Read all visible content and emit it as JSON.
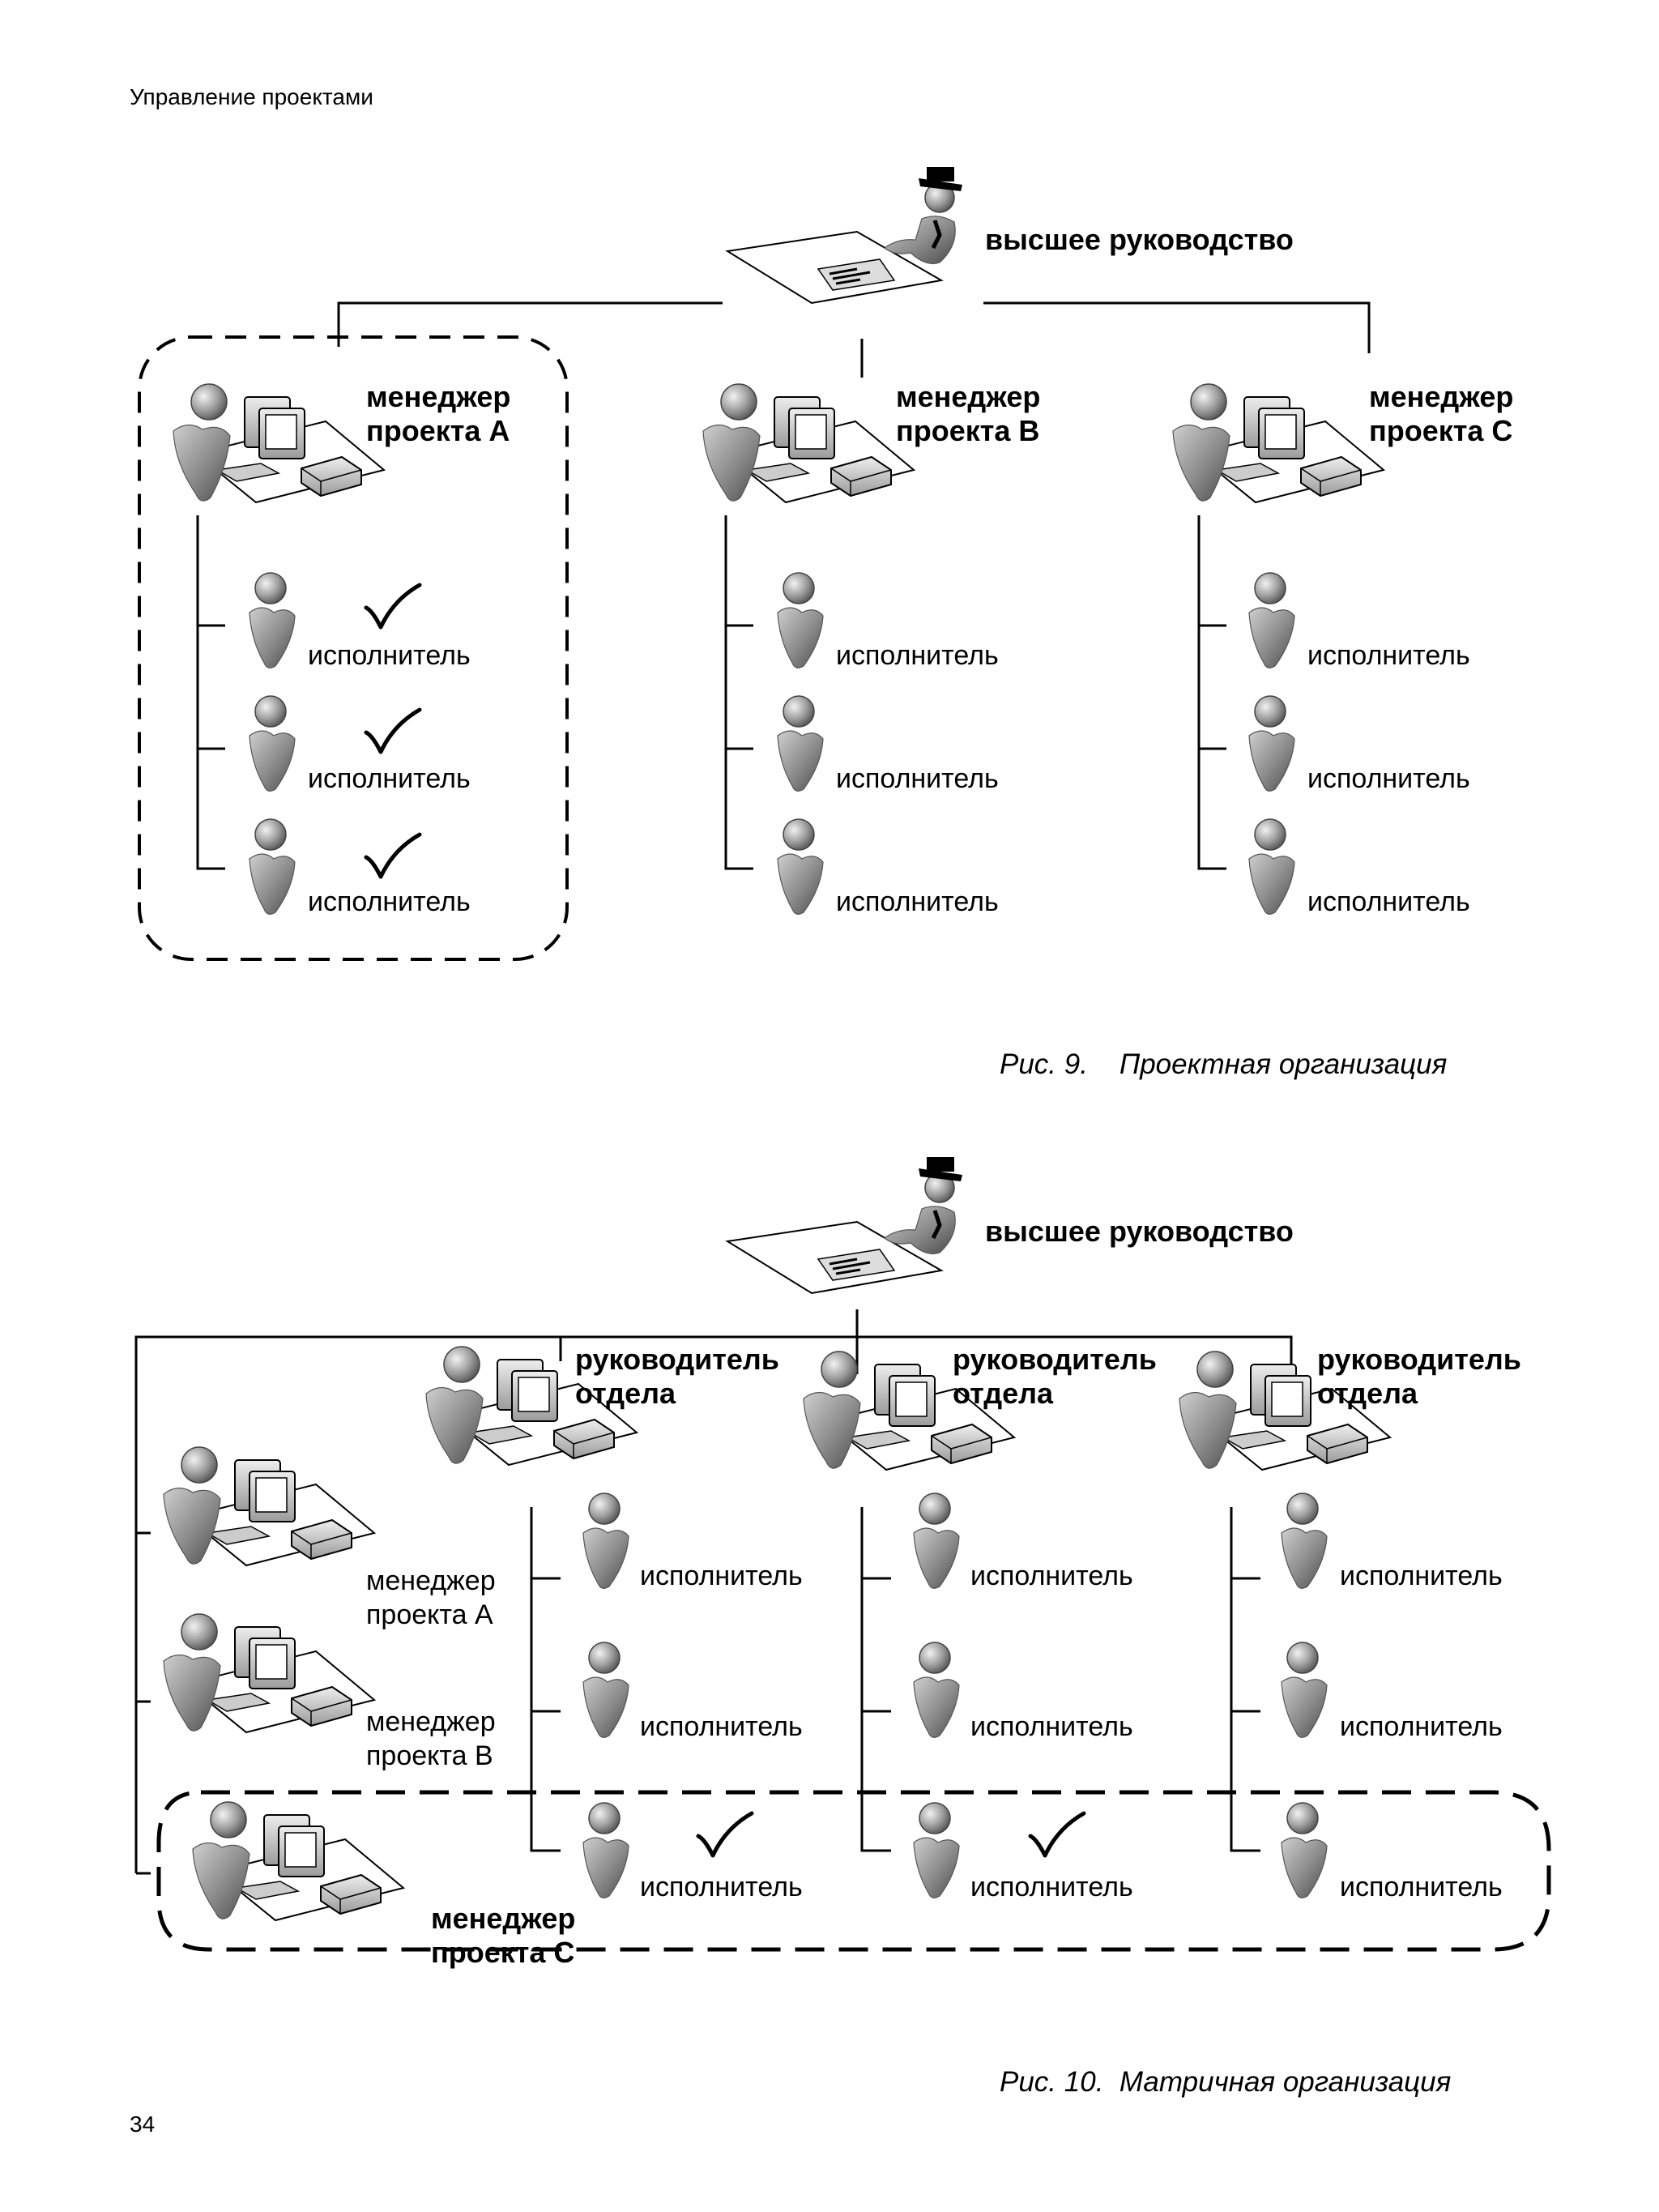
{
  "page": {
    "header": "Управление проектами",
    "number": "34"
  },
  "fig9": {
    "caption": "Рис. 9.    Проектная организация",
    "top": "высшее руководство",
    "managers": [
      {
        "line1": "менеджер",
        "line2": "проекта А"
      },
      {
        "line1": "менеджер",
        "line2": "проекта В"
      },
      {
        "line1": "менеджер",
        "line2": "проекта С"
      }
    ],
    "worker": "исполнитель",
    "highlighted_project": "проекта А"
  },
  "fig10": {
    "caption": "Рис. 10.  Матричная организация",
    "top": "высшее руководство",
    "department_head": {
      "line1": "руководитель",
      "line2": "отдела"
    },
    "managers": [
      {
        "line1": "менеджер",
        "line2": "проекта А"
      },
      {
        "line1": "менеджер",
        "line2": "проекта В"
      },
      {
        "line1": "менеджер",
        "line2": "проекта С"
      }
    ],
    "worker": "исполнитель",
    "highlighted_project": "проекта С"
  },
  "icons": [
    "executive-icon",
    "manager-workstation-icon",
    "person-icon",
    "checkmark-icon"
  ],
  "colors": {
    "ink": "#000000",
    "figure_gray": "#8c8c8c",
    "paper": "#ffffff"
  }
}
